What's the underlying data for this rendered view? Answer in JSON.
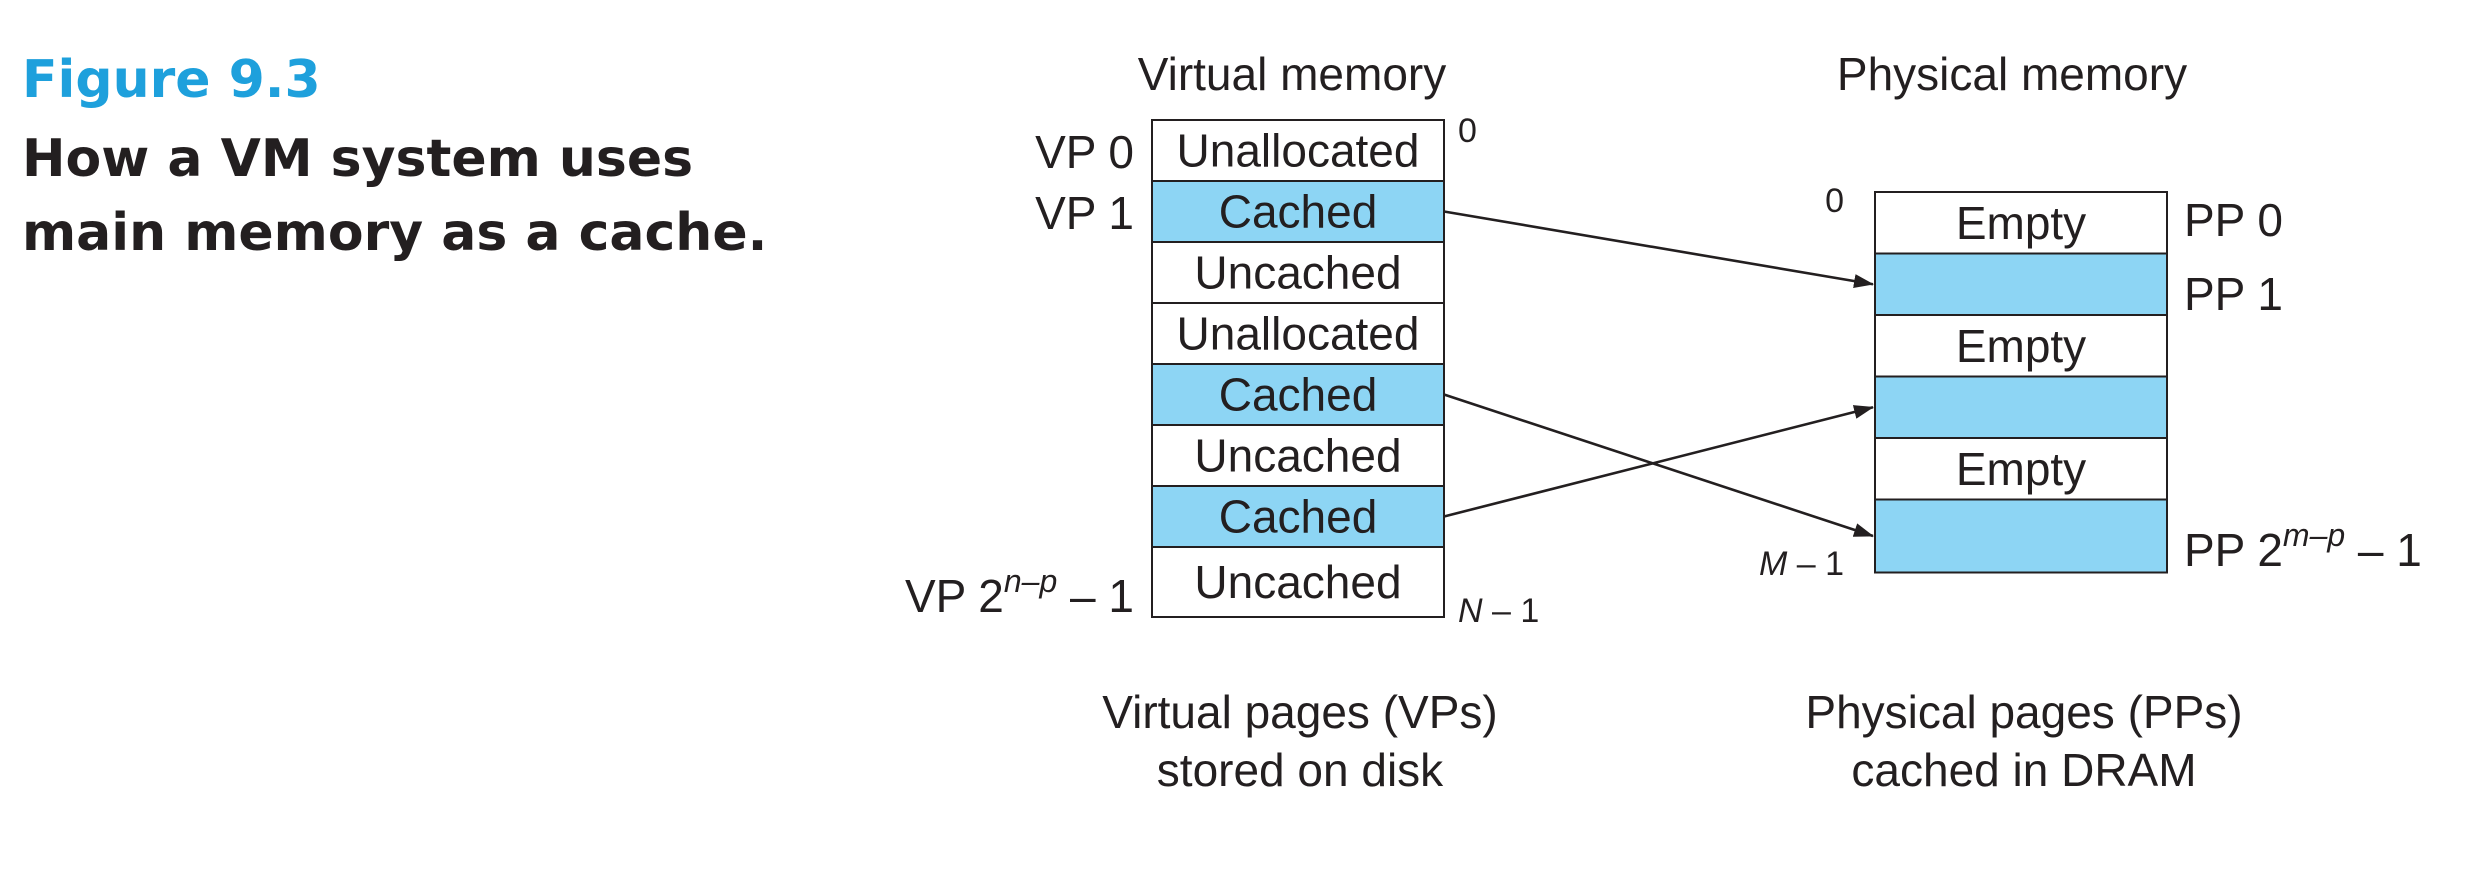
{
  "caption": {
    "figure_number": "Figure 9.3",
    "title_line1": "How a VM system uses",
    "title_line2": "main memory as a cache."
  },
  "colors": {
    "cached_fill": "#8dd5f4",
    "plain_fill": "#ffffff",
    "figure_number": "#1ea0dc",
    "ink": "#231f20"
  },
  "virtual": {
    "title": "Virtual memory",
    "addr_start": "0",
    "addr_end_italic": "N",
    "addr_end_rest": " – 1",
    "pages": [
      {
        "label": "Unallocated",
        "cached": false
      },
      {
        "label": "Cached",
        "cached": true
      },
      {
        "label": "Uncached",
        "cached": false
      },
      {
        "label": "Unallocated",
        "cached": false
      },
      {
        "label": "Cached",
        "cached": true
      },
      {
        "label": "Uncached",
        "cached": false
      },
      {
        "label": "Cached",
        "cached": true
      },
      {
        "label": "Uncached",
        "cached": false
      }
    ],
    "vp0": "VP 0",
    "vp1": "VP 1",
    "vplast_base": "VP 2",
    "vplast_exp": "n–p",
    "vplast_tail": " – 1",
    "footer_line1": "Virtual pages (VPs)",
    "footer_line2": "stored on disk"
  },
  "physical": {
    "title": "Physical memory",
    "addr_start": "0",
    "addr_end_italic": "M",
    "addr_end_rest": " – 1",
    "pages": [
      {
        "label": "Empty",
        "cached": false
      },
      {
        "label": "",
        "cached": true
      },
      {
        "label": "Empty",
        "cached": false
      },
      {
        "label": "",
        "cached": true
      },
      {
        "label": "Empty",
        "cached": false
      },
      {
        "label": "",
        "cached": true
      }
    ],
    "pp0": "PP 0",
    "pp1": "PP 1",
    "pplast_base": "PP 2",
    "pplast_exp": "m–p",
    "pplast_tail": " – 1",
    "footer_line1": "Physical pages (PPs)",
    "footer_line2": "cached in DRAM"
  },
  "mappings": [
    {
      "from_vp": 1,
      "to_pp": 1
    },
    {
      "from_vp": 4,
      "to_pp": 5
    },
    {
      "from_vp": 6,
      "to_pp": 3
    }
  ]
}
